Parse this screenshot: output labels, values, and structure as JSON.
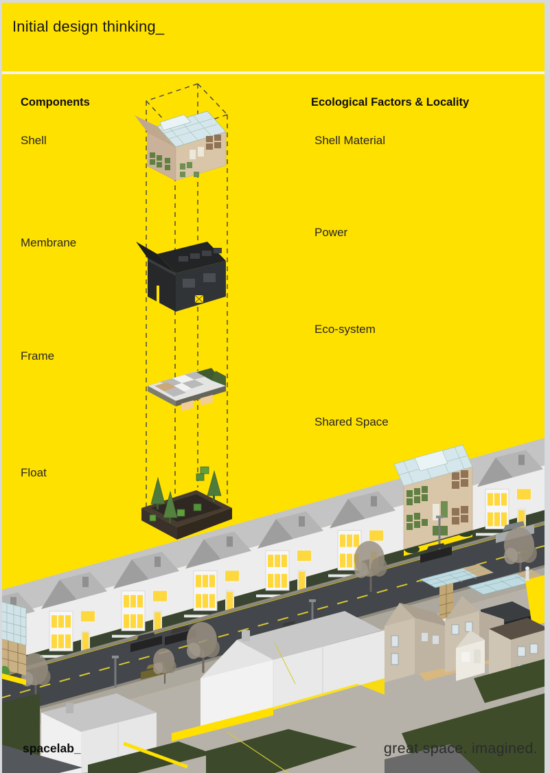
{
  "page": {
    "title": "Initial design thinking_"
  },
  "left_column": {
    "header": "Components",
    "items": [
      "Shell",
      "Membrane",
      "Frame",
      "Float"
    ]
  },
  "right_column": {
    "header": "Ecological Factors & Locality",
    "items": [
      "Shell Material",
      "Power",
      "Eco-system",
      "Shared Space"
    ]
  },
  "footer": {
    "brand": "spacelab_",
    "tagline": "great space. imagined."
  },
  "palette": {
    "background_yellow": "#FFE100",
    "frame_gray": "#D8D9DD",
    "separator_white": "#F4F3EE",
    "text_black": "#141414",
    "window_yellow": "#FFD83D",
    "glass_blue": "#D5E7ED",
    "shell_tan": "#D9C5A8",
    "panel_green": "#5F7F43",
    "panel_brown": "#8F7354",
    "membrane_dark": "#2A2D30",
    "float_brown": "#41372E",
    "tree_green": "#4E7F3E",
    "road_gray": "#43464A",
    "lawn_green": "#3C4A2B",
    "roof_gray": "#C4C4C4",
    "facade_white": "#EDEDED"
  }
}
